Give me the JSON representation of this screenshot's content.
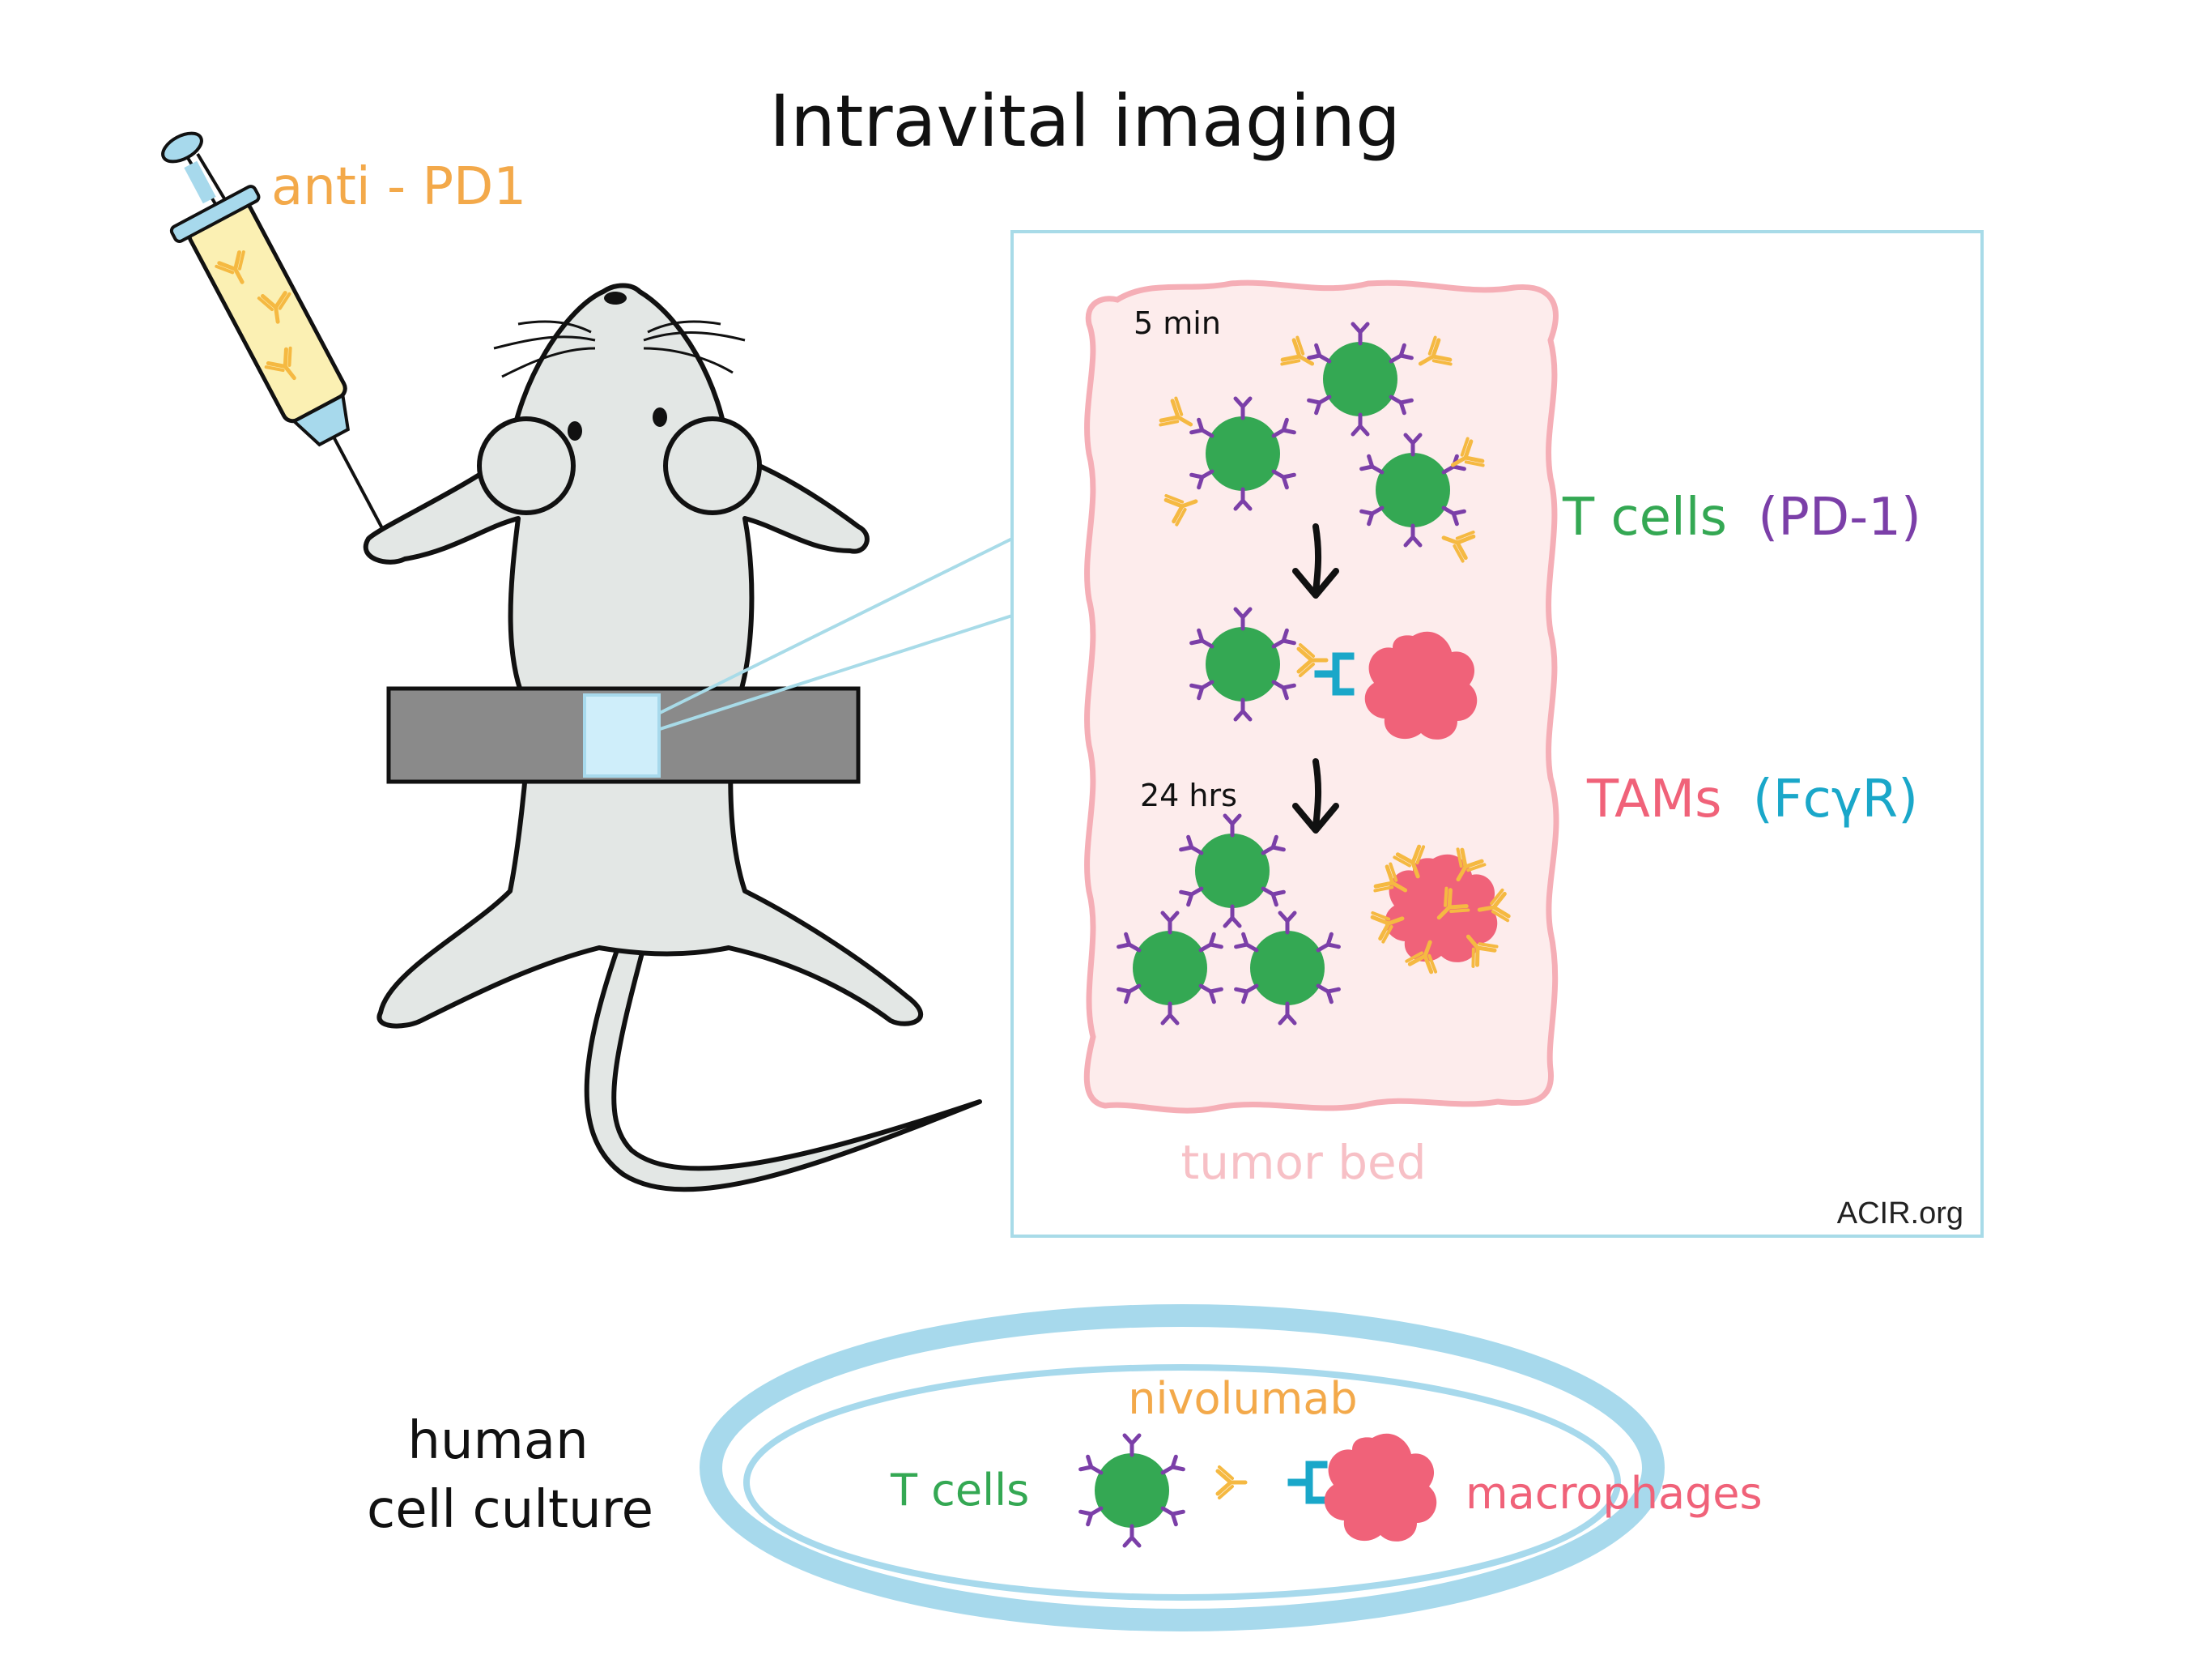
{
  "title": "Intravital imaging",
  "injection": {
    "label": "anti - PD1"
  },
  "panel": {
    "timepoints": {
      "early": "5 min",
      "late": "24 hrs"
    },
    "tumor_label": "tumor bed",
    "credit": "ACIR.org"
  },
  "legend": {
    "tcells": "T cells",
    "tcells_receptor": "(PD-1)",
    "tams": "TAMs",
    "tams_receptor": "(FcγR)"
  },
  "culture": {
    "label_line1": "human",
    "label_line2": "cell culture",
    "drug": "nivolumab",
    "tcells": "T cells",
    "macrophages": "macrophages"
  },
  "colors": {
    "tcell": "#34a853",
    "pd1": "#7b3fa8",
    "antibody": "#f5b942",
    "fcgr": "#1aa7c9",
    "tam": "#f06279",
    "tumor_bg": "#fdecec",
    "tumor_edge": "#f5aeb6",
    "panel_border": "#a8dbe8",
    "dish": "#a7d9ec",
    "mouse_body": "#e3e7e5",
    "window_bar": "#8a8a8a",
    "window_glass": "#cfeefa",
    "injection_text": "#f3a94a"
  }
}
